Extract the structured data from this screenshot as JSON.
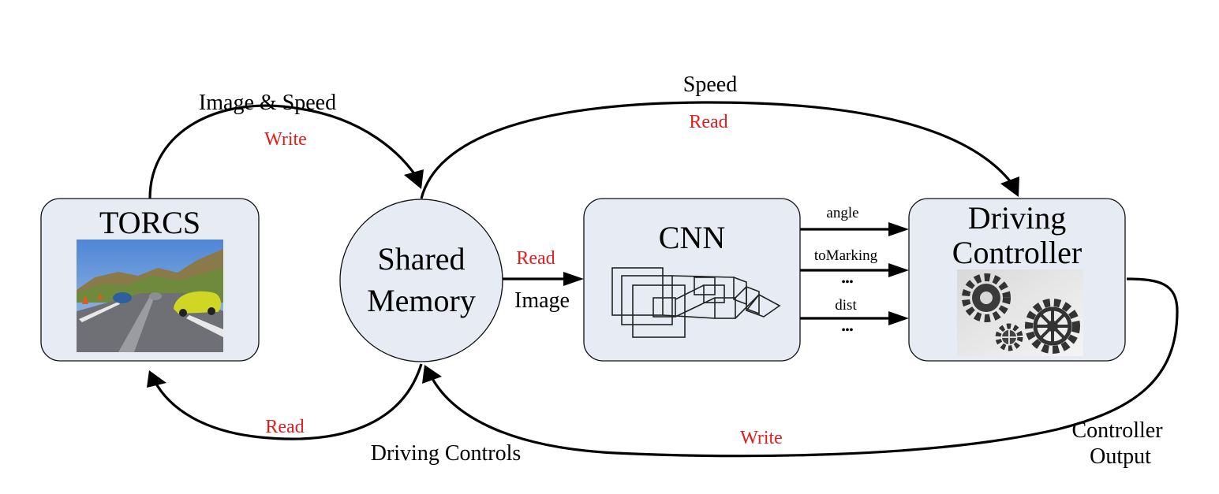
{
  "nodes": {
    "torcs": {
      "title": "TORCS"
    },
    "shared_memory": {
      "line1": "Shared",
      "line2": "Memory"
    },
    "cnn": {
      "title": "CNN"
    },
    "controller": {
      "line1": "Driving",
      "line2": "Controller"
    }
  },
  "edges": {
    "torcs_write": {
      "label": "Image & Speed",
      "op": "Write"
    },
    "speed_read": {
      "label": "Speed",
      "op": "Read"
    },
    "image_read": {
      "label": "Image",
      "op": "Read"
    },
    "torcs_read": {
      "label": "Driving Controls",
      "op": "Read"
    },
    "controller_write": {
      "label_line1": "Controller",
      "label_line2": "Output",
      "op": "Write"
    }
  },
  "cnn_outputs": {
    "angle": "angle",
    "to_marking": "toMarking",
    "ellipsis_1": "•••",
    "dist": "dist",
    "ellipsis_2": "•••"
  },
  "colors": {
    "node_fill": "#e6ebf4",
    "op_label": "#e31c1c"
  }
}
